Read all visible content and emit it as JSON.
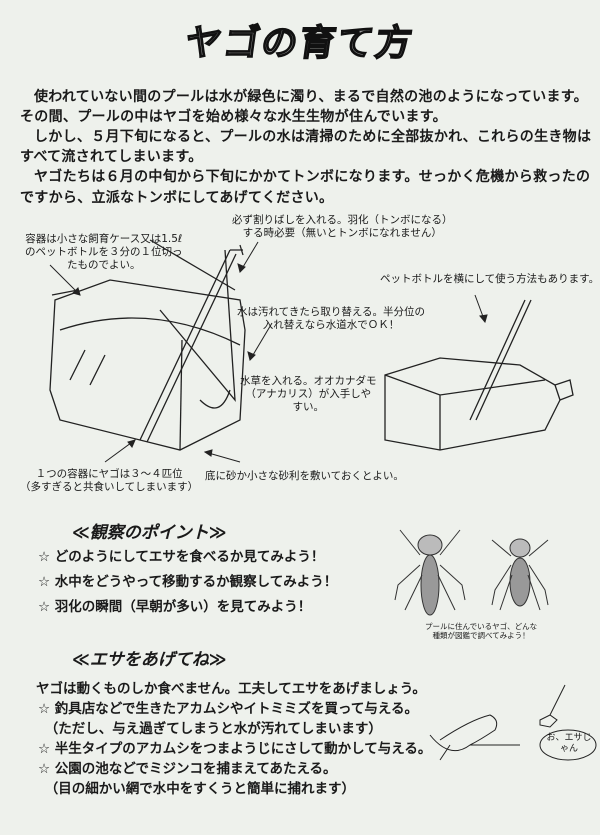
{
  "title": "ヤゴの育て方",
  "intro": [
    "使われていない間のプールは水が緑色に濁り、まるで自然の池のようになっています。",
    "その間、プールの中はヤゴを始め様々な水生生物が住んでいます。",
    "しかし、５月下旬になると、プールの水は清掃のために全部抜かれ、これらの生き物は",
    "すべて流されてしまいます。",
    "ヤゴたちは６月の中旬から下旬にかかてトンボになります。せっかく危機から救ったの",
    "ですから、立派なトンボにしてあげてください。"
  ],
  "annotations": {
    "container": "容器は小さな飼育ケース又は1.5ℓ\nのペットボトルを３分の１位切っ\nたものでよい。",
    "chopstick": "必ず割りばしを入れる。羽化（トンボになる）\nする時必要（無いとトンボになれません）",
    "water_change": "水は汚れてきたら取り替える。半分位の\n入れ替えなら水道水でＯＫ！",
    "waterweed": "水草を入れる。オオカナダモ\n（アナカリス）が入手しや\nすい。",
    "bottle_side": "ペットボトルを横にして使う方法もあります。",
    "count": "１つの容器にヤゴは３～４匹位\n（多すぎると共食いしてしまいます）",
    "sand": "底に砂か小さな砂利を敷いておくとよい。"
  },
  "observation": {
    "heading": "≪観察のポイント≫",
    "items": [
      "☆ どのようにしてエサを食べるか見てみよう！",
      "☆ 水中をどうやって移動するか観察してみよう！",
      "☆ 羽化の瞬間（早朝が多い）を見てみよう！"
    ],
    "caption": "プールに住んでいるヤゴ、どんな\n種類が図鑑で調べてみよう！"
  },
  "feeding": {
    "heading": "≪エサをあげてね≫",
    "lines": [
      "ヤゴは動くものしか食べません。工夫してエサをあげましょう。",
      "☆ 釣具店などで生きたアカムシやイトミミズを買って与える。",
      "　（ただし、与え過ぎてしまうと水が汚れてしまいます）",
      "☆ 半生タイプのアカムシをつまようじにさして動かして与える。",
      "☆ 公園の池などでミジンコを捕まえてあたえる。",
      "　（目の細かい網で水中をすくうと簡単に捕れます）"
    ],
    "speech_bubble": "お、エサじゃん"
  }
}
